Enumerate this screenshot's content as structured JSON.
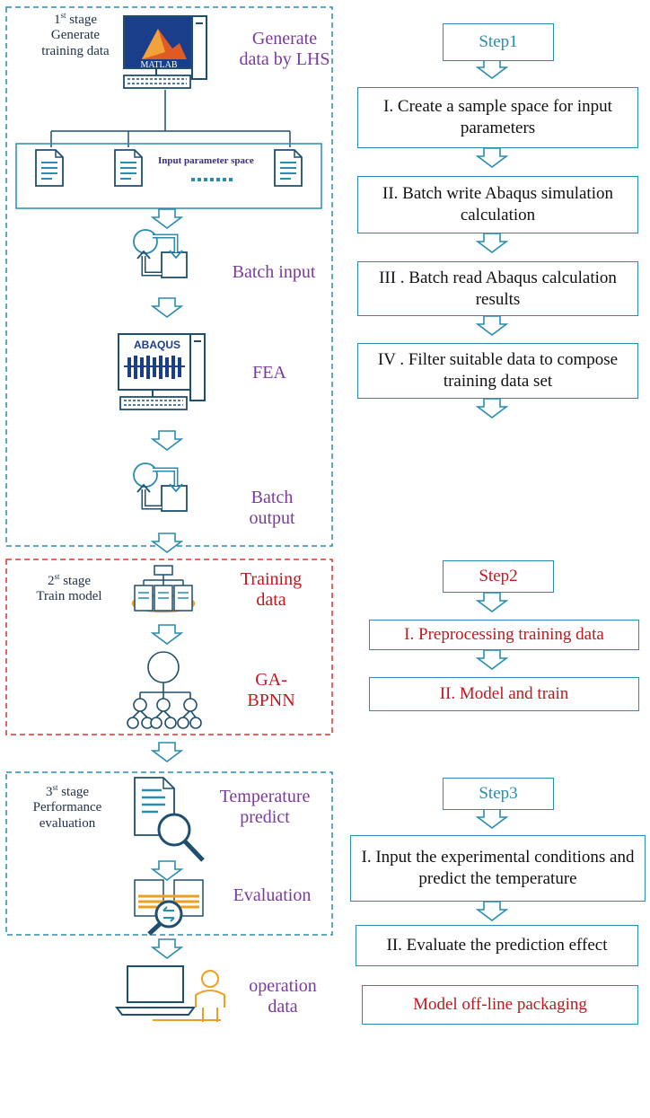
{
  "stages": {
    "s1": {
      "num": "1",
      "sup": "st",
      "label": "stage",
      "desc": "Generate training data"
    },
    "s2": {
      "num": "2",
      "sup": "st",
      "label": "stage",
      "desc": "Train model"
    },
    "s3": {
      "num": "3",
      "sup": "st",
      "label": "stage",
      "desc": "Performance evaluation"
    }
  },
  "left_labels": {
    "generate": "Generate data by LHS",
    "batch_input": "Batch input",
    "fea": "FEA",
    "batch_output": "Batch output",
    "training_data": "Training data",
    "gabpnn": "GA-BPNN",
    "temp_predict": "Temperature predict",
    "evaluation": "Evaluation",
    "operation": "operation data"
  },
  "icons": {
    "matlab_text": "MATLAB",
    "abaqus_text": "ABAQUS",
    "param_space": "Input parameter space"
  },
  "steps": {
    "step1": {
      "title": "Step1",
      "items": [
        "I. Create a sample space for input parameters",
        "II. Batch write Abaqus simulation calculation",
        "III . Batch read Abaqus calculation results",
        "IV . Filter suitable data to compose training data set"
      ]
    },
    "step2": {
      "title": "Step2",
      "items": [
        "I. Preprocessing training data",
        "II. Model and train"
      ]
    },
    "step3": {
      "title": "Step3",
      "items": [
        "I. Input the experimental conditions and predict the temperature",
        "II.  Evaluate the prediction effect"
      ]
    },
    "final": "Model off-line packaging"
  },
  "colors": {
    "blue": "#2a8cb0",
    "dark": "#1f2f45",
    "red": "#c0181f",
    "purple": "#7a3b9c",
    "orange": "#f0a020"
  }
}
